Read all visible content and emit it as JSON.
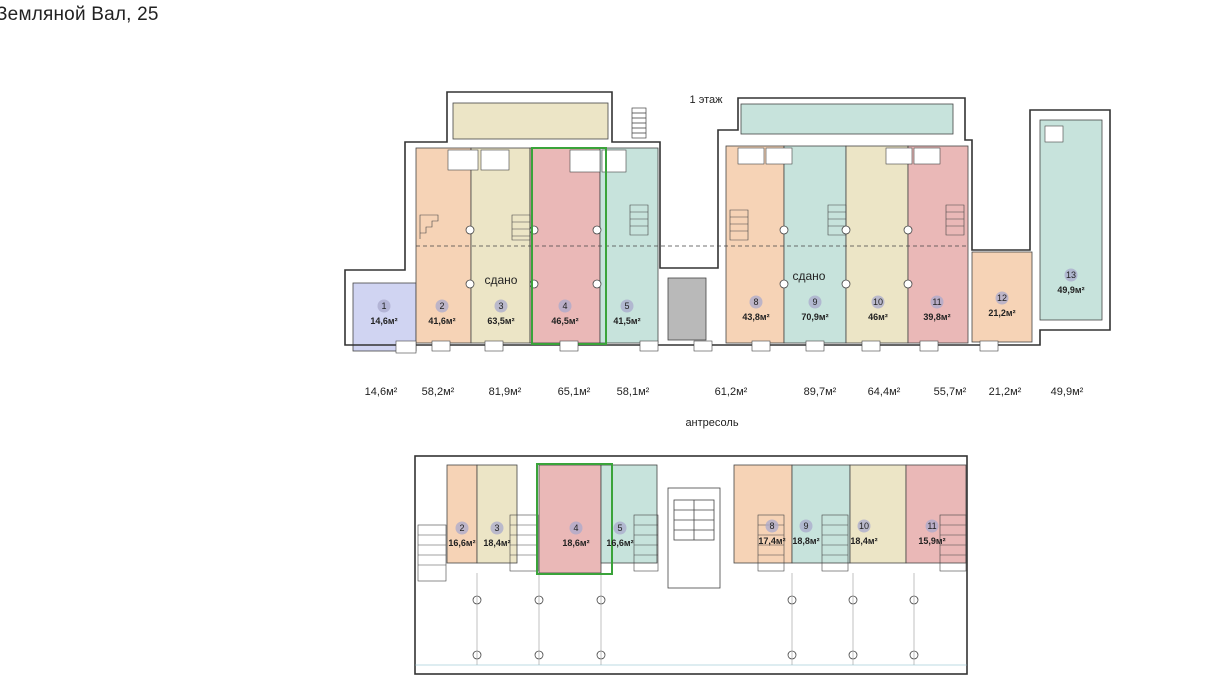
{
  "title": "Земляной Вал, 25",
  "floor1_label": "1 этаж",
  "mezzanine_label": "антресоль",
  "rented_label": "сдано",
  "colors": {
    "peach": "#f6d3b6",
    "beige": "#ece5c6",
    "pink": "#eab8b7",
    "teal": "#c7e3dc",
    "lavender": "#d0d4f2",
    "highlight": "#3aa33a",
    "total_highlight": "#3c9c3c"
  },
  "floor1_units": [
    {
      "num": "1",
      "area": "14,6м²"
    },
    {
      "num": "2",
      "area": "41,6м²"
    },
    {
      "num": "3",
      "area": "63,5м²"
    },
    {
      "num": "4",
      "area": "46,5м²"
    },
    {
      "num": "5",
      "area": "41,5м²"
    },
    {
      "num": "8",
      "area": "43,8м²"
    },
    {
      "num": "9",
      "area": "70,9м²"
    },
    {
      "num": "10",
      "area": "46м²"
    },
    {
      "num": "11",
      "area": "39,8м²"
    },
    {
      "num": "12",
      "area": "21,2м²"
    },
    {
      "num": "13",
      "area": "49,9м²"
    }
  ],
  "mezz_units": [
    {
      "num": "2",
      "area": "16,6м²"
    },
    {
      "num": "3",
      "area": "18,4м²"
    },
    {
      "num": "4",
      "area": "18,6м²"
    },
    {
      "num": "5",
      "area": "16,6м²"
    },
    {
      "num": "8",
      "area": "17,4м²"
    },
    {
      "num": "9",
      "area": "18,8м²"
    },
    {
      "num": "10",
      "area": "18,4м²"
    },
    {
      "num": "11",
      "area": "15,9м²"
    }
  ],
  "totals": [
    "14,6м²",
    "58,2м²",
    "81,9м²",
    "65,1м²",
    "58,1м²",
    "61,2м²",
    "89,7м²",
    "64,4м²",
    "55,7м²",
    "21,2м²",
    "49,9м²"
  ]
}
